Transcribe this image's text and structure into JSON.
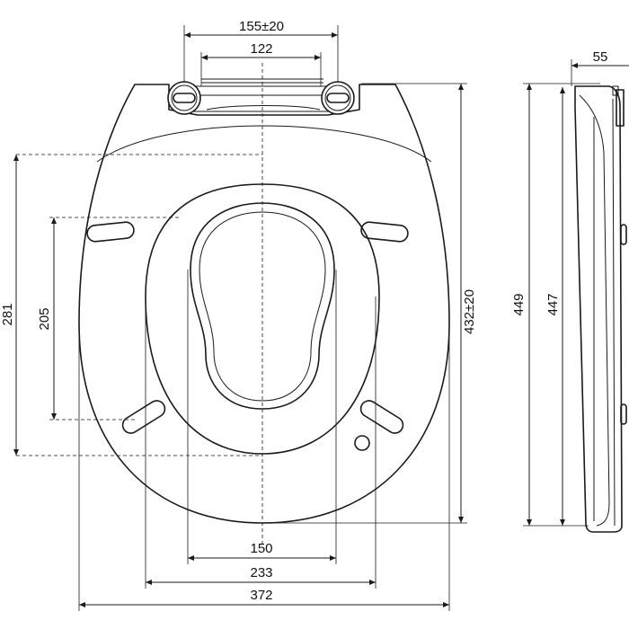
{
  "dimensions": {
    "hinge_span": "155±20",
    "hinge_inner": "122",
    "depth_side": "55",
    "left_outer": "281",
    "left_inner": "205",
    "seat_length": "432±20",
    "side_total": "449",
    "side_body": "447",
    "opening_width": "150",
    "ring_width": "233",
    "overall_width": "372"
  },
  "colors": {
    "line": "#1a1a1a",
    "background": "#ffffff"
  }
}
